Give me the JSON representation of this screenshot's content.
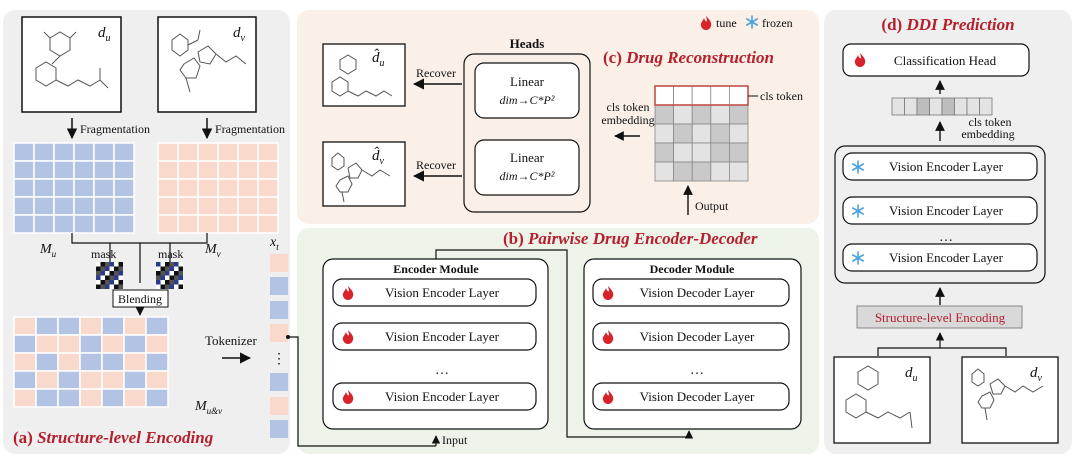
{
  "panel_a": {
    "title_prefix": "(a)",
    "title": "Structure-level Encoding",
    "drug_u": "d_u",
    "drug_v": "d_v",
    "fragmentation_left": "Fragmentation",
    "fragmentation_right": "Fragmentation",
    "matrix_u": "M_u",
    "matrix_v": "M_v",
    "mask_left": "mask",
    "mask_right": "mask",
    "blending": "Blending",
    "blended_matrix": "M_u&v",
    "tokenizer": "Tokenizer",
    "tokens": "x_t",
    "ellipsis": "⋮"
  },
  "panel_b": {
    "title_prefix": "(b)",
    "title": "Pairwise Drug Encoder-Decoder",
    "encoder_title": "Encoder Module",
    "decoder_title": "Decoder Module",
    "encoder_layers": [
      "Vision Encoder Layer",
      "Vision Encoder Layer",
      "…",
      "Vision Encoder Layer"
    ],
    "decoder_layers": [
      "Vision Decoder Layer",
      "Vision Decoder Layer",
      "…",
      "Vision Decoder Layer"
    ],
    "input": "Input"
  },
  "panel_c": {
    "title_prefix": "(c)",
    "title": "Drug Reconstruction",
    "legend_tune": "tune",
    "legend_frozen": "frozen",
    "heads": "Heads",
    "linear_1": "Linear",
    "linear_1_dim": "dim→C*P²",
    "linear_2": "Linear",
    "linear_2_dim": "dim→C*P²",
    "recover_1": "Recover",
    "recover_2": "Recover",
    "recon_u": "d̂_u",
    "recon_v": "d̂_v",
    "cls_token": "cls token",
    "cls_embedding_1": "cls token",
    "cls_embedding_2": "embedding",
    "output": "Output"
  },
  "panel_d": {
    "title_prefix": "(d)",
    "title": "DDI Prediction",
    "classification_head": "Classification Head",
    "cls_embedding_1": "cls token",
    "cls_embedding_2": "embedding",
    "encoder_layers": [
      "Vision Encoder Layer",
      "Vision Encoder Layer",
      "…",
      "Vision Encoder Layer"
    ],
    "structure_encoding": "Structure-level Encoding",
    "drug_u": "d_u",
    "drug_v": "d_v"
  },
  "colors": {
    "accent_red": "#b4202c",
    "grid_blue": "#b3c3e3",
    "grid_peach": "#f8d9cb",
    "panel_grey": "#efefef",
    "panel_peach": "#faf0e8",
    "panel_green": "#eef3ea",
    "structure_box": "#d9d9d9"
  }
}
